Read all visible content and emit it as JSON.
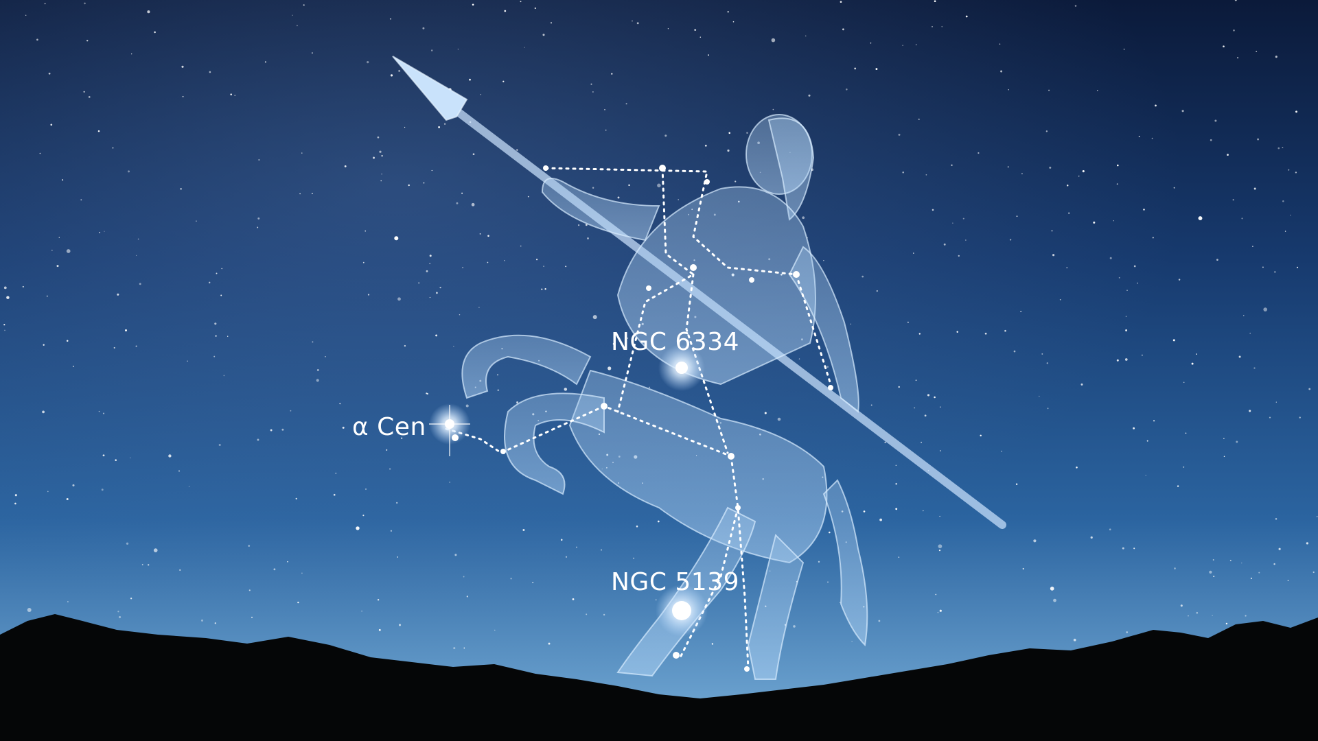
{
  "labels": {
    "alpha_cen": "α Cen",
    "ngc_6334": "NGC 6334",
    "ngc_5139": "NGC 5139"
  },
  "colors": {
    "sky_top": "#0b1a3a",
    "sky_mid": "#1d4d87",
    "sky_horizon": "#6fa6d2",
    "figure_fill": "#9fc8ec",
    "figure_stroke": "#d8ecff",
    "star": "#ffffff",
    "mountains": "#050607"
  }
}
